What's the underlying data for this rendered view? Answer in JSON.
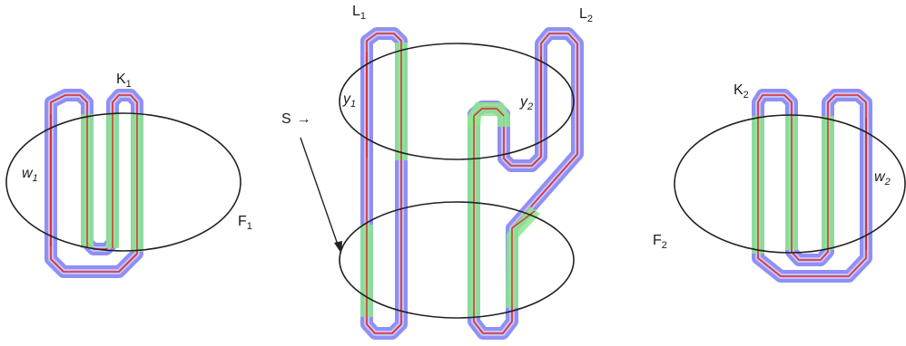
{
  "colors": {
    "outer_band": "#8f8ff6",
    "inner_band": "#b7b2f5",
    "core_line": "#d92b2b",
    "green_highlight": "#8de88d",
    "ellipse_stroke": "#222222"
  },
  "labels": {
    "K1": {
      "main": "K",
      "sub": "1"
    },
    "F1": {
      "main": "F",
      "sub": "1"
    },
    "w1": {
      "main": "w",
      "sub": "1"
    },
    "L1": {
      "main": "L",
      "sub": "1"
    },
    "L2": {
      "main": "L",
      "sub": "2"
    },
    "S": {
      "main": "S",
      "arrow": "→"
    },
    "y1": {
      "main": "y",
      "sub": "1"
    },
    "y2": {
      "main": "y",
      "sub": "2"
    },
    "K2": {
      "main": "K",
      "sub": "2"
    },
    "F2": {
      "main": "F",
      "sub": "2"
    },
    "w2": {
      "main": "w",
      "sub": "2"
    }
  }
}
